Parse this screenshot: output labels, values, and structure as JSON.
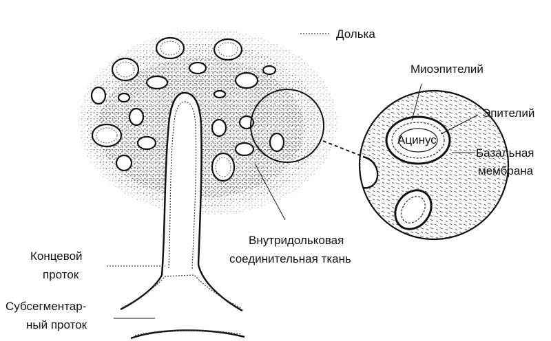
{
  "labels": {
    "lobule": "Долька",
    "myoepithelium": "Миоэпителий",
    "epithelium": "Эпителий",
    "acinus": "Ацинус",
    "basement_membrane_1": "Базальная",
    "basement_membrane_2": "мембрана",
    "intralobular_1": "Внутридольковая",
    "intralobular_2": "соединительная ткань",
    "terminal_duct_1": "Концевой",
    "terminal_duct_2": "проток",
    "subsegmental_duct_1": "Субсегментар-",
    "subsegmental_duct_2": "ный проток"
  }
}
